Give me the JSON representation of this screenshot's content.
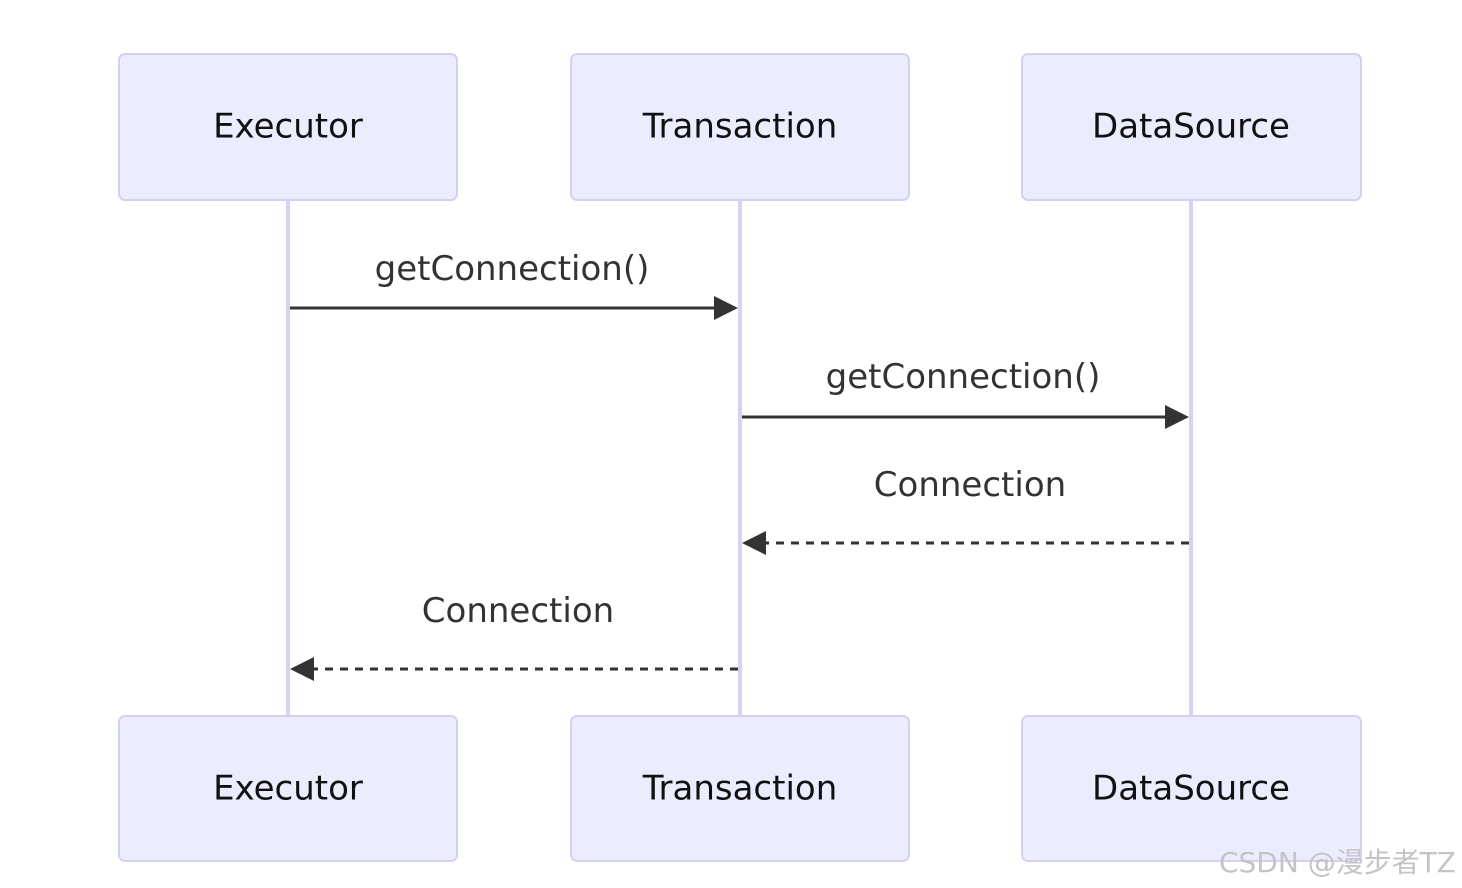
{
  "participants": [
    {
      "id": "executor",
      "label": "Executor"
    },
    {
      "id": "transaction",
      "label": "Transaction"
    },
    {
      "id": "datasource",
      "label": "DataSource"
    }
  ],
  "messages": [
    {
      "from": "executor",
      "to": "transaction",
      "label": "getConnection()",
      "style": "solid"
    },
    {
      "from": "transaction",
      "to": "datasource",
      "label": "getConnection()",
      "style": "solid"
    },
    {
      "from": "datasource",
      "to": "transaction",
      "label": "Connection",
      "style": "dashed"
    },
    {
      "from": "transaction",
      "to": "executor",
      "label": "Connection",
      "style": "dashed"
    }
  ],
  "colors": {
    "actor_fill": "#ececff",
    "actor_border": "#d5d0f2",
    "lifeline": "#d8d2f2",
    "message": "#333333"
  },
  "watermark": "CSDN @漫步者TZ"
}
